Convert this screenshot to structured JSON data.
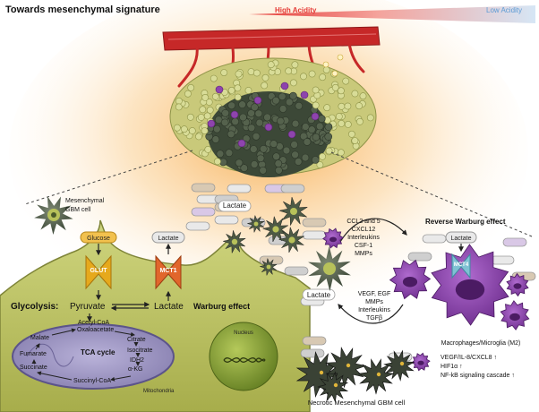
{
  "title": "Towards mesenchymal signature",
  "acidity": {
    "high": "High Acidity",
    "low": "Low Acidity"
  },
  "mesenchymal_cell": {
    "line1": "Mesenchymal",
    "line2": "GBM cell"
  },
  "glucose": "Glucose",
  "glut": "GLUT",
  "lactate": "Lactate",
  "mct1": "MCT1",
  "mct4": "MCT4",
  "glycolysis": "Glycolysis:",
  "pyruvate": "Pyruvate",
  "warburg": "Warburg effect",
  "reverse_warburg": "Reverse Warburg effect",
  "nucleus": "Nucleus",
  "mitochondria": "Mitochondria",
  "tca": {
    "acetyl_coa": "Acetyl-CoA",
    "oxaloacetate": "Oxaloacetate",
    "citrate": "Citrate",
    "malate": "Malate",
    "tca_cycle": "TCA cycle",
    "isocitrate": "Isocitrate",
    "fumarate": "Fumarate",
    "idh2": "IDH2",
    "succinate": "Succinate",
    "akg": "α-KG",
    "succinyl_coa": "Succinyl-CoA"
  },
  "signals_top": [
    "CCL2 and 5",
    "CXCL12",
    "Interleukins",
    "CSF-1",
    "MMPs"
  ],
  "signals_bottom": [
    "VEGF, EGF",
    "MMPs",
    "Interleukins",
    "TGFβ"
  ],
  "macrophages": "Macrophages/Microglia (M2)",
  "cascade": [
    "VEGF/IL-8/CXCL8 ↑",
    "HIF1α ↑",
    "NF-kB signaling cascade ↑"
  ],
  "necrotic": "Necrotic Mesenchymal GBM cell",
  "colors": {
    "vessel": "#c62828",
    "high_acidity": "#e53935",
    "low_acidity": "#5c9bd5",
    "glow": "#f7b25a",
    "membrane": "#b6ba5c",
    "mitochondria": "#8e86b4",
    "nucleus": "#7f9a2b",
    "macrophage": "#8e44ad",
    "glut": "#e6a91c",
    "mct": "#e1662c",
    "mct4": "#7fc1d3"
  }
}
